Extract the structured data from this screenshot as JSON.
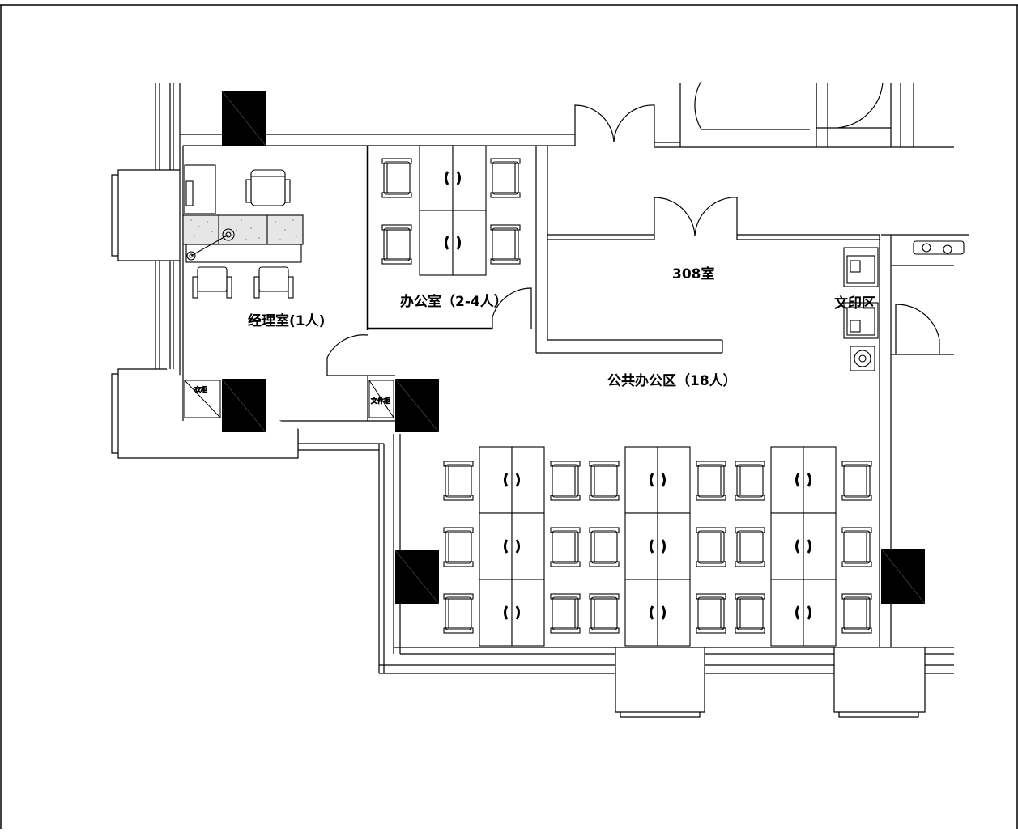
{
  "rooms": {
    "manager": "经理室(1人)",
    "office": "办公室（2-4人）",
    "room308": "308室",
    "print_area": "文印区",
    "public": "公共办公区（18人）"
  },
  "cabinets": {
    "wardrobe": "衣柜",
    "file_cabinet": "文件柜"
  }
}
